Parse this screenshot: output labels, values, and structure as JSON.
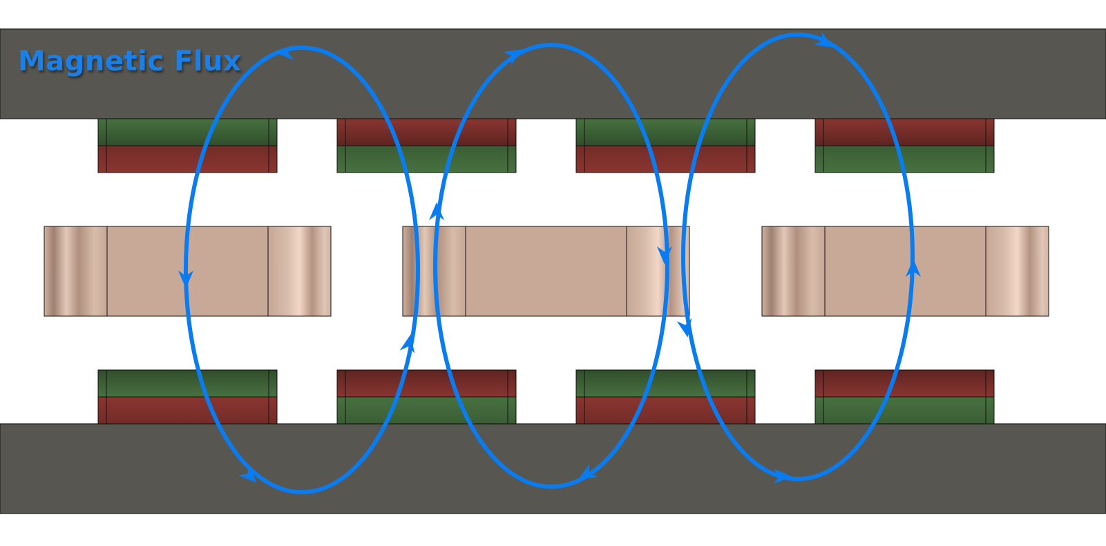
{
  "title": "Magnetic Flux",
  "colors": {
    "background": "#ffffff",
    "back_iron": "#575651",
    "magnet_north": "#8a3530",
    "magnet_south": "#47713f",
    "coil": "#c8a896",
    "flux": "#0a7cf2"
  },
  "back_irons": [
    "top",
    "bottom"
  ],
  "top_magnets": [
    {
      "upper": "magnet_south",
      "lower": "magnet_north"
    },
    {
      "upper": "magnet_north",
      "lower": "magnet_south"
    },
    {
      "upper": "magnet_south",
      "lower": "magnet_north"
    },
    {
      "upper": "magnet_north",
      "lower": "magnet_south"
    }
  ],
  "bottom_magnets": [
    {
      "upper": "magnet_south",
      "lower": "magnet_north"
    },
    {
      "upper": "magnet_north",
      "lower": "magnet_south"
    },
    {
      "upper": "magnet_south",
      "lower": "magnet_north"
    },
    {
      "upper": "magnet_north",
      "lower": "magnet_south"
    }
  ],
  "coils": [
    "coil-1",
    "coil-2",
    "coil-3"
  ],
  "flux_loops": [
    {
      "name": "flux-loop-1",
      "direction": "counterclockwise"
    },
    {
      "name": "flux-loop-2",
      "direction": "clockwise"
    },
    {
      "name": "flux-loop-3",
      "direction": "counterclockwise"
    }
  ]
}
